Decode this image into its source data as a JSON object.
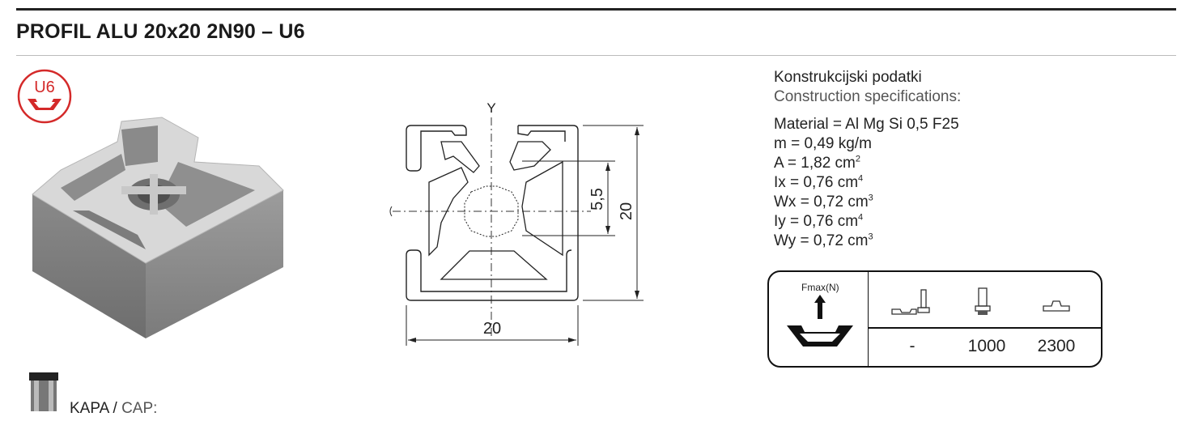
{
  "title": "PROFIL ALU 20x20 2N90 – U6",
  "badge": {
    "label": "U6",
    "color": "#d42a2a"
  },
  "drawing": {
    "axis_y": "Y",
    "dim_width": "20",
    "dim_height": "20",
    "dim_slot": "5,5"
  },
  "specs": {
    "heading_local": "Konstrukcijski podatki",
    "heading_en": "Construction specifications:",
    "material": "Material = Al Mg Si 0,5 F25",
    "mass": "m = 0,49 kg/m",
    "area": {
      "text": "A = 1,82 cm",
      "exp": "2"
    },
    "ix": {
      "text": "Ix = 0,76 cm",
      "exp": "4"
    },
    "wx": {
      "text": "Wx = 0,72 cm",
      "exp": "3"
    },
    "iy": {
      "text": "Iy = 0,76 cm",
      "exp": "4"
    },
    "wy": {
      "text": "Wy = 0,72 cm",
      "exp": "3"
    }
  },
  "load_table": {
    "header": "Fmax(N)",
    "values": [
      "-",
      "1000",
      "2300"
    ]
  },
  "cap": {
    "label_local": "KAPA",
    "sep": " / ",
    "label_en": "CAP:"
  }
}
